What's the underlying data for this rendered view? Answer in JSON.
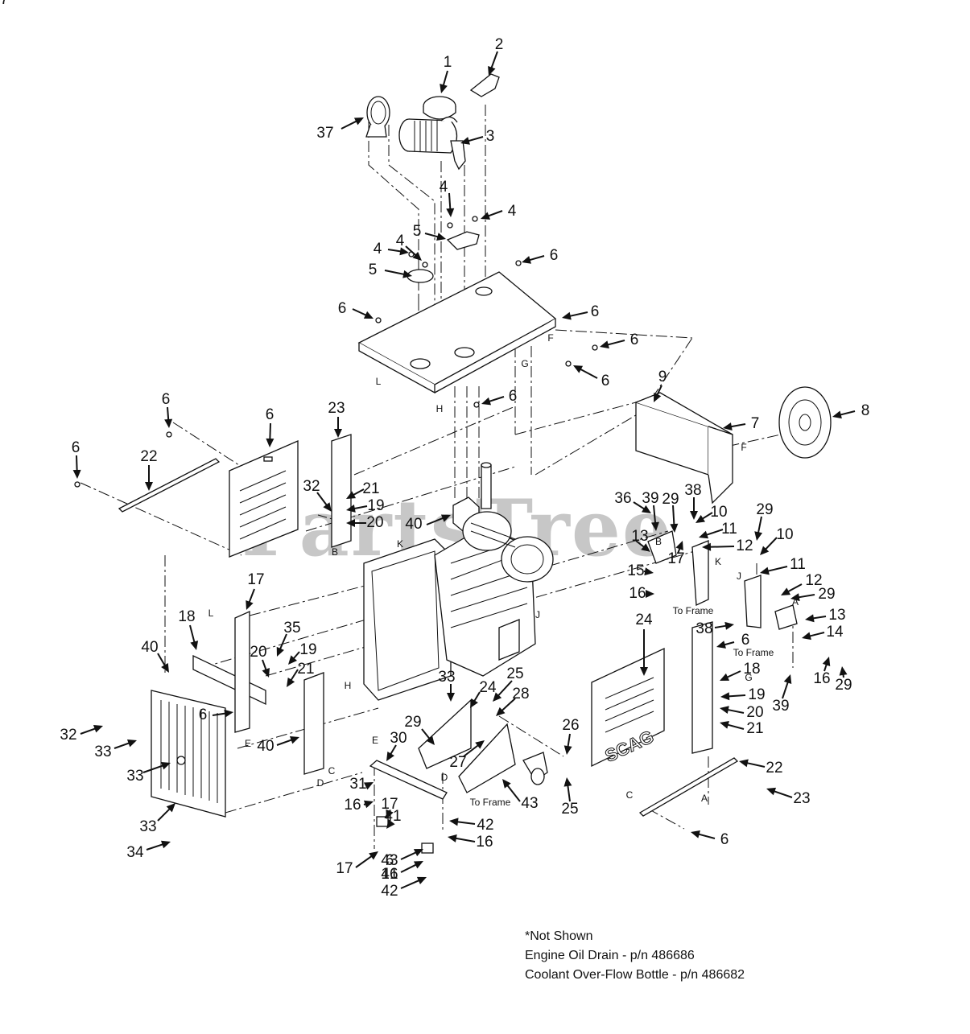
{
  "watermark": "PartsTree",
  "brand_logo": "SCAG",
  "notes": {
    "heading": "*Not Shown",
    "lines": [
      "Engine Oil Drain - p/n 486686",
      "Coolant Over-Flow Bottle - p/n 486682"
    ]
  },
  "connection_letters": [
    "L",
    "F",
    "G",
    "H",
    "B",
    "C",
    "D",
    "E",
    "J",
    "K",
    "A",
    "F",
    "B",
    "K",
    "G",
    "A",
    "H",
    "E",
    "D",
    "C",
    "L",
    "J"
  ],
  "text_labels": [
    "To Frame",
    "To Frame",
    "To Frame"
  ],
  "callouts": [
    "1",
    "2",
    "3",
    "37",
    "4",
    "4",
    "4",
    "4",
    "5",
    "5",
    "6",
    "6",
    "6",
    "6",
    "6",
    "6",
    "7",
    "8",
    "9",
    "6",
    "6",
    "6",
    "22",
    "23",
    "32",
    "21",
    "19",
    "20",
    "40",
    "36",
    "39",
    "29",
    "38",
    "10",
    "11",
    "12",
    "13",
    "15",
    "16",
    "17",
    "29",
    "10",
    "11",
    "12",
    "29",
    "38",
    "13",
    "14",
    "16",
    "29",
    "39",
    "17",
    "18",
    "35",
    "19",
    "20",
    "21",
    "40",
    "6",
    "6",
    "18",
    "19",
    "20",
    "21",
    "40",
    "32",
    "33",
    "33",
    "33",
    "34",
    "33",
    "24",
    "25",
    "28",
    "29",
    "27",
    "30",
    "31",
    "16",
    "17",
    "41",
    "42",
    "16",
    "17",
    "43",
    "41",
    "42",
    "43",
    "26",
    "25",
    "24",
    "22",
    "23",
    "6",
    "6",
    "16",
    "17"
  ]
}
